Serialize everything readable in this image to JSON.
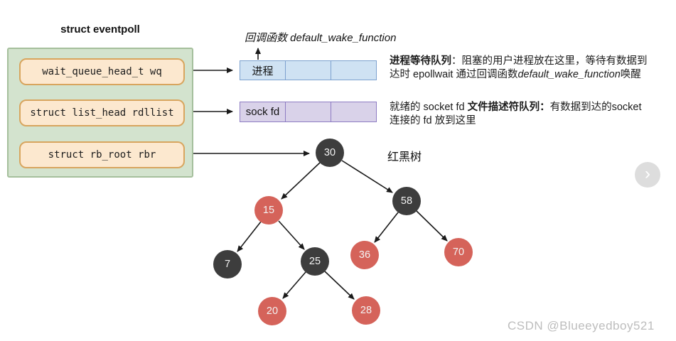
{
  "diagram": {
    "title": "struct eventpoll",
    "struct_fields": [
      {
        "label": "wait_queue_head_t wq"
      },
      {
        "label": "struct list_head rdllist"
      },
      {
        "label": "struct rb_root rbr"
      }
    ],
    "callback_label": "回调函数 default_wake_function",
    "process_queue": {
      "first_cell": "进程",
      "cells": 3
    },
    "sockfd_queue": {
      "first_cell": "sock fd",
      "cells": 3
    },
    "annotations": {
      "wait_queue": {
        "line1_bold": "进程等待队列",
        "line1_rest": "：阻塞的用户进程放在这里，等待有数据到",
        "line2_pre": "达时 epollwait 通过回调函数",
        "line2_italic": "default_wake_function",
        "line2_post": "唤醒"
      },
      "rdllist": {
        "line1_pre": "就绪的 socket fd ",
        "line1_bold": "文件描述符队列：",
        "line1_post": "有数据到达的socket",
        "line2": "连接的 fd 放到这里"
      },
      "rbtree_label": "红黑树"
    },
    "tree": {
      "type": "red-black-tree",
      "nodes": [
        {
          "value": "30",
          "color": "black"
        },
        {
          "value": "15",
          "color": "red"
        },
        {
          "value": "58",
          "color": "black"
        },
        {
          "value": "7",
          "color": "black"
        },
        {
          "value": "25",
          "color": "black"
        },
        {
          "value": "36",
          "color": "red"
        },
        {
          "value": "70",
          "color": "red"
        },
        {
          "value": "20",
          "color": "red"
        },
        {
          "value": "28",
          "color": "red"
        }
      ],
      "edges": [
        [
          "30",
          "15"
        ],
        [
          "30",
          "58"
        ],
        [
          "15",
          "7"
        ],
        [
          "15",
          "25"
        ],
        [
          "25",
          "20"
        ],
        [
          "25",
          "28"
        ],
        [
          "58",
          "36"
        ],
        [
          "58",
          "70"
        ]
      ]
    },
    "colors": {
      "eventpoll_fill": "#d3e3ce",
      "eventpoll_border": "#a5bf9c",
      "field_fill": "#fce8cf",
      "field_border": "#d8a55e",
      "process_queue_fill": "#cfe2f3",
      "process_queue_border": "#7da1cf",
      "sockfd_queue_fill": "#d9d2e9",
      "sockfd_queue_border": "#8e7cc3",
      "node_black": "#3d3d3d",
      "node_red": "#d5635a"
    }
  },
  "watermark": "CSDN @Blueeyedboy521",
  "next_button": {
    "icon": "chevron-right"
  }
}
